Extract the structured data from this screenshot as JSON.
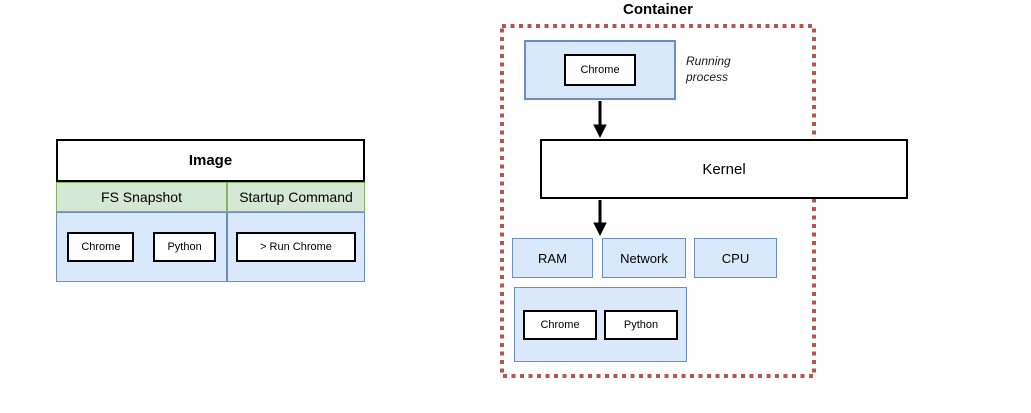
{
  "colors": {
    "blue_fill": "#dae8fc",
    "blue_stroke": "#6c8ebf",
    "green_fill": "#d5e8d4",
    "green_stroke": "#82b366",
    "container_dotted_border": "#b85450",
    "box_border": "#000000"
  },
  "image_table": {
    "title": "Image",
    "columns": [
      {
        "header": "FS Snapshot",
        "items": [
          "Chrome",
          "Python"
        ]
      },
      {
        "header": "Startup Command",
        "items": [
          "> Run Chrome"
        ]
      }
    ]
  },
  "container": {
    "title": "Container",
    "running_process_box": {
      "item": "Chrome",
      "annotation": "Running process"
    },
    "kernel_label": "Kernel",
    "resources": [
      "RAM",
      "Network",
      "CPU"
    ],
    "filesystem_items": [
      "Chrome",
      "Python"
    ]
  }
}
